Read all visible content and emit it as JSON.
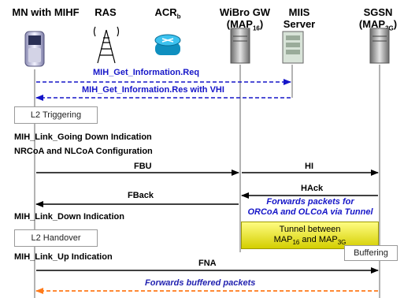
{
  "entities": {
    "mn": "MN with MIHF",
    "ras": "RAS",
    "acr": "ACR",
    "acr_sub": "b",
    "wibro_line1": "WiBro GW",
    "wibro_line2": "(MAP",
    "wibro_sub": "16",
    "wibro_close": ")",
    "miis_line1": "MIIS",
    "miis_line2": "Server",
    "sgsn_line1": "SGSN",
    "sgsn_line2": "(MAP",
    "sgsn_sub": "3G",
    "sgsn_close": ")"
  },
  "messages": {
    "get_info_req": "MIH_Get_Information.Req",
    "get_info_res": "MIH_Get_Information.Res with  VHI",
    "l2_triggering": "L2 Triggering",
    "link_going_down": "MIH_Link_Going Down Indication",
    "nrcoa_config": "NRCoA and NLCoA Configuration",
    "fbu": "FBU",
    "hi": "HI",
    "hack": "HAck",
    "fback": "FBack",
    "fwd_line1": "Forwards packets for",
    "fwd_line2": "ORCoA and OLCoA via Tunnel",
    "link_down": "MIH_Link_Down Indication",
    "l2_handover": "L2 Handover",
    "tunnel_line1": "Tunnel between",
    "tunnel_map": "MAP",
    "tunnel_sub16": "16",
    "tunnel_and": " and MAP",
    "tunnel_sub3g": "3G",
    "buffering": "Buffering",
    "link_up": "MIH_Link_Up Indication",
    "fna": "FNA",
    "fwd_buffered": "Forwards buffered packets"
  },
  "colors": {
    "blue_dashed": "#1515c8",
    "orange_dashed": "#ff7a1a",
    "tunnel_yellow": "#fffc82"
  },
  "icons": [
    "mobile-phone-icon",
    "radio-tower-icon",
    "router-icon",
    "server-icon",
    "server-rack-icon",
    "server-icon"
  ]
}
